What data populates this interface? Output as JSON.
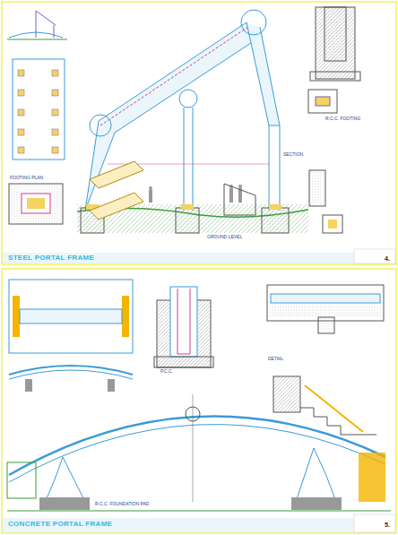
{
  "diagram": {
    "labels": [
      "STEEL PORTAL FRAME",
      "4.",
      "CONCRETE PORTAL FRAME",
      "5.",
      "FOOTING PLAN",
      "SECTION",
      "DETAIL",
      "R.C.C. FOOTING",
      "P.C.C.",
      "GROUND LEVEL",
      "R.C.C. FOUNDATION PAD"
    ]
  }
}
